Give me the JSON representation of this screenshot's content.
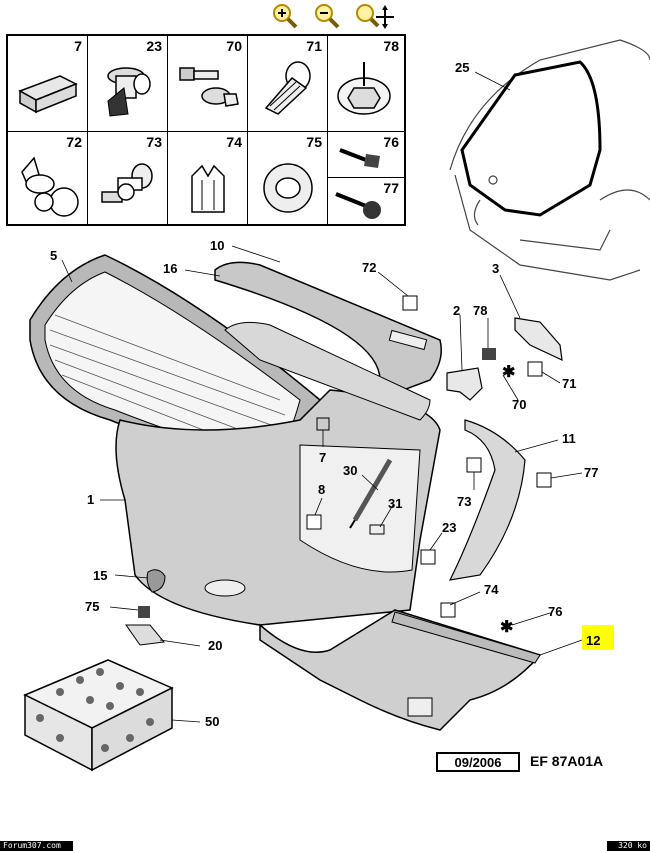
{
  "toolbar": {
    "zoom_in": "zoom-in",
    "zoom_out": "zoom-out",
    "zoom_move": "zoom-move"
  },
  "legend": {
    "cells": [
      {
        "num": "7"
      },
      {
        "num": "23"
      },
      {
        "num": "70"
      },
      {
        "num": "71"
      },
      {
        "num": "78"
      },
      {
        "num": "72"
      },
      {
        "num": "73"
      },
      {
        "num": "74"
      },
      {
        "num": "75"
      },
      {
        "num": "76"
      },
      {
        "num": "77"
      }
    ]
  },
  "callouts": [
    "25",
    "5",
    "16",
    "10",
    "72",
    "3",
    "2",
    "78",
    "71",
    "70",
    "11",
    "77",
    "7",
    "30",
    "31",
    "8",
    "1",
    "73",
    "23",
    "15",
    "75",
    "20",
    "74",
    "76",
    "12",
    "50"
  ],
  "date": "09/2006",
  "reference": "EF 87A01A",
  "footer": {
    "left": "Forum307.com",
    "right": "320 ko"
  },
  "highlight_color": "#ffff00"
}
